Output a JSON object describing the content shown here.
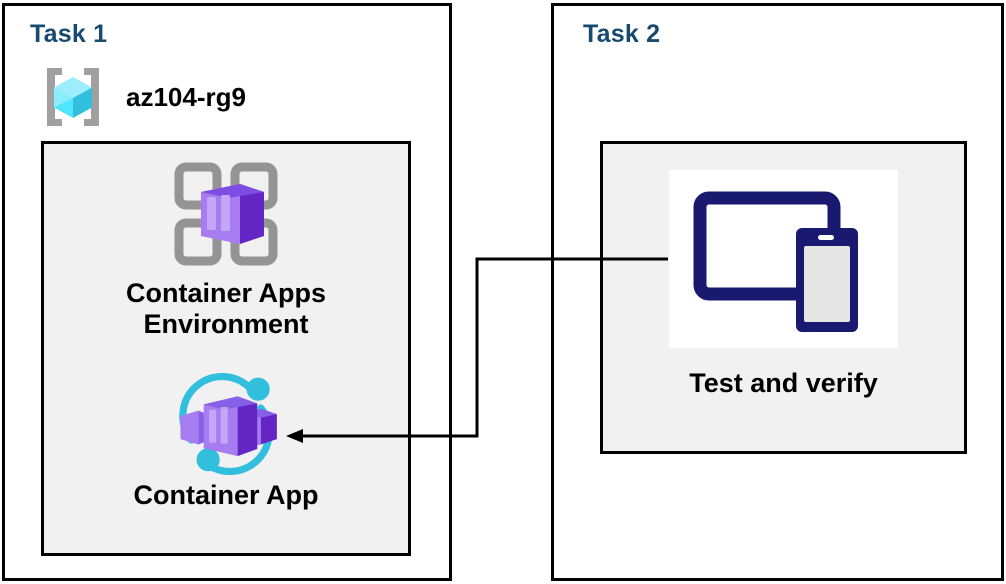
{
  "diagram": {
    "title_color": "#18496e",
    "panels": [
      {
        "id": "task1",
        "title": "Task 1"
      },
      {
        "id": "task2",
        "title": "Task 2"
      }
    ],
    "resource_group": {
      "name": "az104-rg9",
      "icon": "resource-group-cube-icon",
      "icon_colors": {
        "cube_light": "#9ceefc",
        "cube_mid": "#50e6ff",
        "cube_dark": "#32bedd",
        "brackets": "#a0a0a0"
      }
    },
    "nodes": [
      {
        "id": "container-apps-environment",
        "label": "Container Apps\nEnvironment",
        "icon": "container-apps-environment-icon",
        "icon_colors": {
          "grid": "#949494",
          "box_front": "#a67cf0",
          "box_top": "#7d4ce0",
          "box_side": "#6325c4"
        }
      },
      {
        "id": "container-app",
        "label": "Container App",
        "icon": "container-app-icon",
        "icon_colors": {
          "ring": "#32bedd",
          "box_front": "#a67cf0",
          "box_top": "#8661e8",
          "box_side": "#6325c4"
        }
      },
      {
        "id": "test-and-verify",
        "label": "Test and verify",
        "icon": "test-and-verify-devices-icon",
        "icon_colors": {
          "device": "#191970",
          "screen": "#ffffff",
          "phone_screen": "#e6e6e6",
          "backdrop": "#ffffff"
        }
      }
    ],
    "connector": {
      "from": "test-and-verify",
      "to": "container-app",
      "style": "orthogonal-arrow",
      "color": "#000000",
      "arrowhead": "left"
    }
  }
}
